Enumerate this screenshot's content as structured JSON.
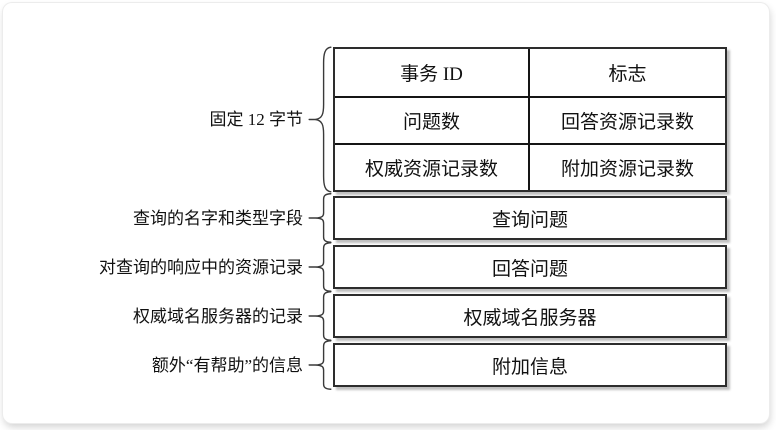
{
  "header_table": {
    "label": "固定 12 字节",
    "rows": [
      [
        "事务 ID",
        "标志"
      ],
      [
        "问题数",
        "回答资源记录数"
      ],
      [
        "权威资源记录数",
        "附加资源记录数"
      ]
    ]
  },
  "sections": [
    {
      "label": "查询的名字和类型字段",
      "value": "查询问题"
    },
    {
      "label": "对查询的响应中的资源记录",
      "value": "回答问题"
    },
    {
      "label": "权威域名服务器的记录",
      "value": "权威域名服务器"
    },
    {
      "label": "额外“有帮助”的信息",
      "value": "附加信息"
    }
  ],
  "colors": {
    "border": "#2d2d2d",
    "text": "#111111",
    "shadow": "#c9c9c9",
    "background": "#ffffff"
  }
}
